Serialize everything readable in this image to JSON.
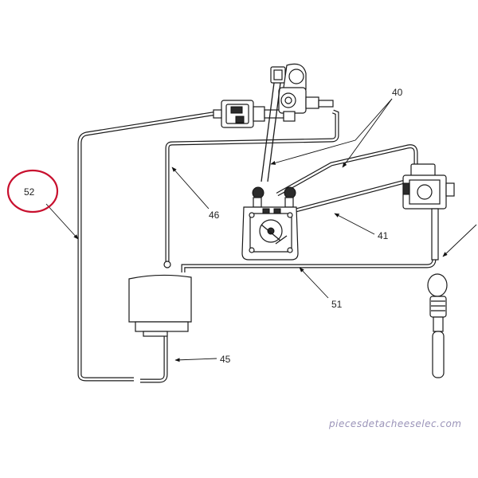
{
  "callouts": [
    {
      "id": "40",
      "text": "40"
    },
    {
      "id": "41",
      "text": "41"
    },
    {
      "id": "45",
      "text": "45"
    },
    {
      "id": "46",
      "text": "46"
    },
    {
      "id": "51",
      "text": "51"
    },
    {
      "id": "52",
      "text": "52"
    }
  ],
  "highlight": {
    "target": "52",
    "color": "#c8102e"
  },
  "watermark": {
    "text": "piecesdetacheeselec.com"
  },
  "colors": {
    "line": "#1a1a1a",
    "watermark": "#9a93b8"
  }
}
